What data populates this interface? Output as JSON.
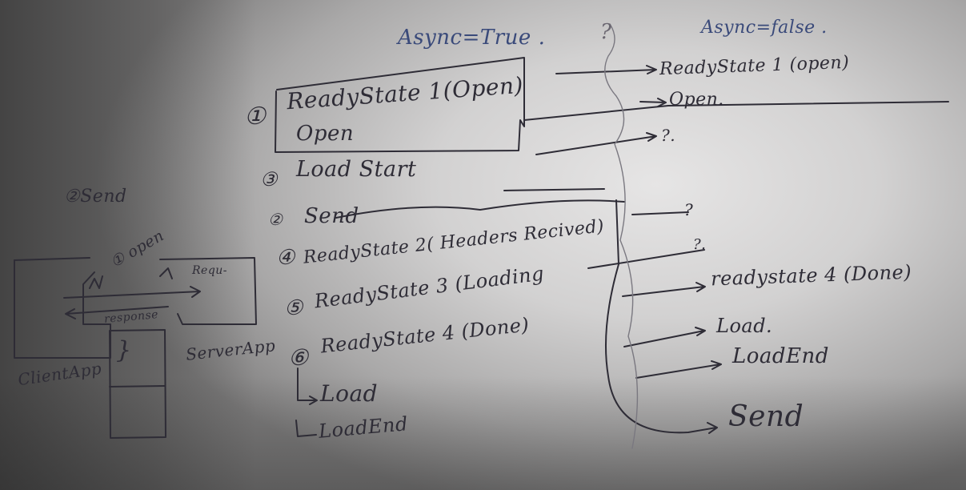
{
  "left_diagram": {
    "send_note": "②Send",
    "open_step": "① open",
    "request_label": "Requ-",
    "response_label": "response",
    "brace": "}",
    "client_label": "ClientApp",
    "server_label": "ServerApp"
  },
  "async_true": {
    "heading": "Async=True .",
    "steps": [
      {
        "num": "①",
        "text": "ReadyState 1(Open)"
      },
      {
        "num": "",
        "text": "Open"
      },
      {
        "num": "③",
        "text": "Load Start"
      },
      {
        "num": "②",
        "text": "Send"
      },
      {
        "num": "④",
        "text": "ReadyState 2( Headers Recived)"
      },
      {
        "num": "⑤",
        "text": "ReadyState 3 (Loading"
      },
      {
        "num": "⑥",
        "text": "ReadyState 4 (Done)"
      }
    ],
    "sub_steps": [
      "Load",
      "LoadEnd"
    ]
  },
  "question_mark": "?",
  "async_false": {
    "heading": "Async=false .",
    "items": [
      "ReadyState 1 (open)",
      "Open.",
      "?.",
      "?",
      "?.",
      "readystate 4 (Done)",
      "Load.",
      "LoadEnd",
      "Send"
    ]
  }
}
